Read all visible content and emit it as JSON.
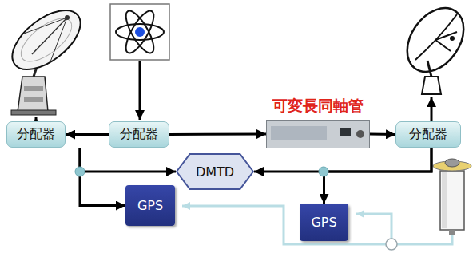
{
  "diagram": {
    "nodes": [
      {
        "text": [
          "分配器"
        ]
      },
      {
        "text": [
          "分配器"
        ]
      },
      {
        "text": [
          "可変長同軸管"
        ]
      },
      {
        "text": [
          "分配器"
        ]
      },
      {
        "text": [
          "DMTD"
        ]
      },
      {
        "text": [
          "GPS"
        ]
      },
      {
        "text": [
          "GPS"
        ]
      }
    ],
    "edges": [
      {
        "from": 1,
        "to": 0,
        "arrow": "to"
      },
      {
        "from": 1,
        "to": 2,
        "arrow": "to"
      },
      {
        "from": 2,
        "to": 3,
        "arrow": "to"
      },
      {
        "from": 0,
        "to": 4,
        "arrow": "to"
      },
      {
        "from": 0,
        "to": 5,
        "arrow": "to"
      },
      {
        "from": 3,
        "to": 4,
        "arrow": "to"
      },
      {
        "from": 3,
        "to": 6,
        "arrow": "to"
      }
    ]
  }
}
